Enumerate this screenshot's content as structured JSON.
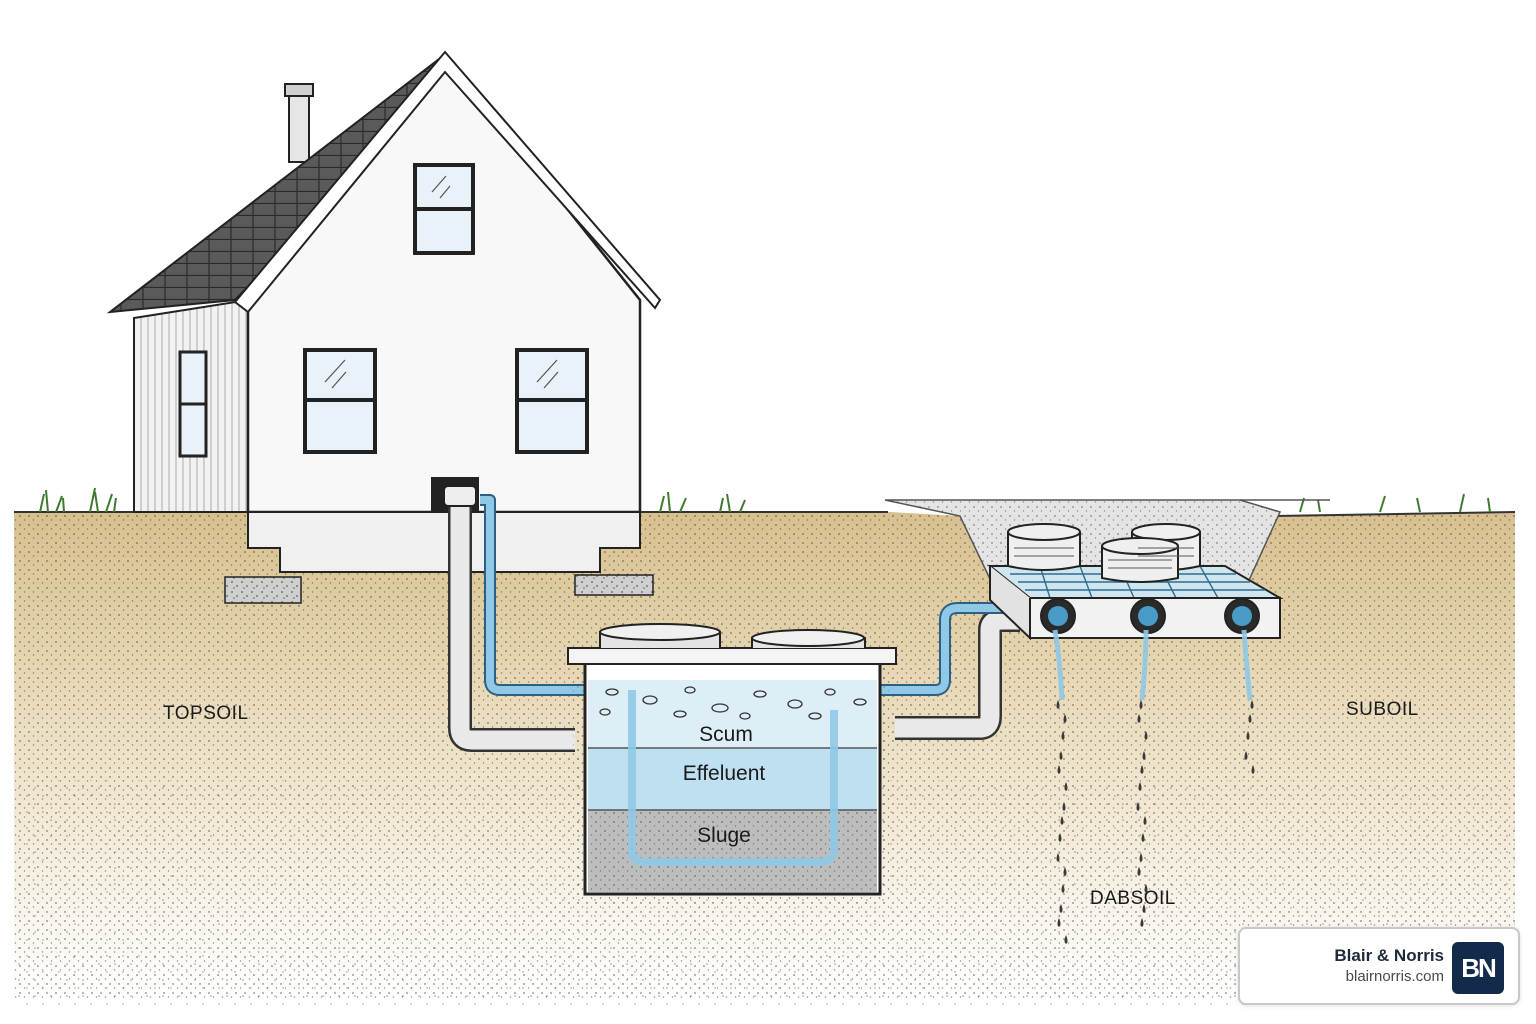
{
  "labels": {
    "topsoil": "TOPSOIL",
    "subsoil": "SUBOIL",
    "dabsoil": "DABSOIL",
    "scum": "Scum",
    "effluent": "Effeluent",
    "sludge": "Sluge"
  },
  "brand": {
    "name": "Blair & Norris",
    "url": "blairnorris.com",
    "logo_text": "BN"
  },
  "colors": {
    "water": "#8fc9e6",
    "water_dark": "#4a9cc8",
    "soil": "#e8d8b4",
    "sludge": "#b8b8b8",
    "roof": "#4b4b4b",
    "brand": "#132a4a"
  }
}
